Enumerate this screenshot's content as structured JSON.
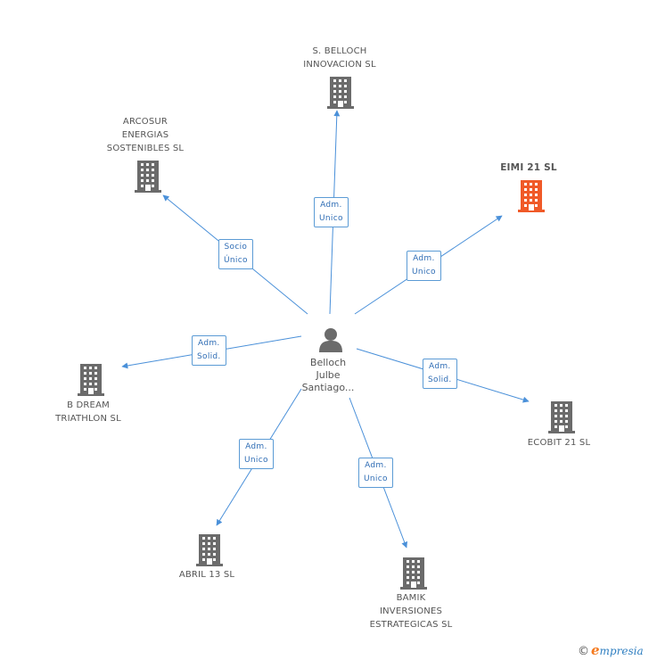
{
  "center": {
    "name": "Belloch\nJulbe\nSantiago..."
  },
  "companies": [
    {
      "id": "s-belloch",
      "name": "S.  BELLOCH\nINNOVACION SL",
      "highlight": false
    },
    {
      "id": "arcosur",
      "name": "ARCOSUR\nENERGIAS\nSOSTENIBLES SL",
      "highlight": false
    },
    {
      "id": "eimi",
      "name": "EIMI 21 SL",
      "highlight": true
    },
    {
      "id": "bdream",
      "name": "B DREAM\nTRIATHLON SL",
      "highlight": false
    },
    {
      "id": "ecobit",
      "name": "ECOBIT 21 SL",
      "highlight": false
    },
    {
      "id": "abril",
      "name": "ABRIL 13 SL",
      "highlight": false
    },
    {
      "id": "bamik",
      "name": "BAMIK\nINVERSIONES\nESTRATEGICAS SL",
      "highlight": false
    }
  ],
  "relations": [
    {
      "target": "s-belloch",
      "label": "Adm.\nUnico"
    },
    {
      "target": "arcosur",
      "label": "Socio\nÚnico"
    },
    {
      "target": "eimi",
      "label": "Adm.\nUnico"
    },
    {
      "target": "bdream",
      "label": "Adm.\nSolid."
    },
    {
      "target": "ecobit",
      "label": "Adm.\nSolid."
    },
    {
      "target": "abril",
      "label": "Adm.\nUnico"
    },
    {
      "target": "bamik",
      "label": "Adm.\nUnico"
    }
  ],
  "colors": {
    "edge": "#4a90d9",
    "building": "#6b6b6b",
    "building_highlight": "#f05a28",
    "person": "#6b6b6b"
  },
  "footer": {
    "copyright_symbol": "©",
    "brand_first": "e",
    "brand_rest": "mpresia"
  }
}
